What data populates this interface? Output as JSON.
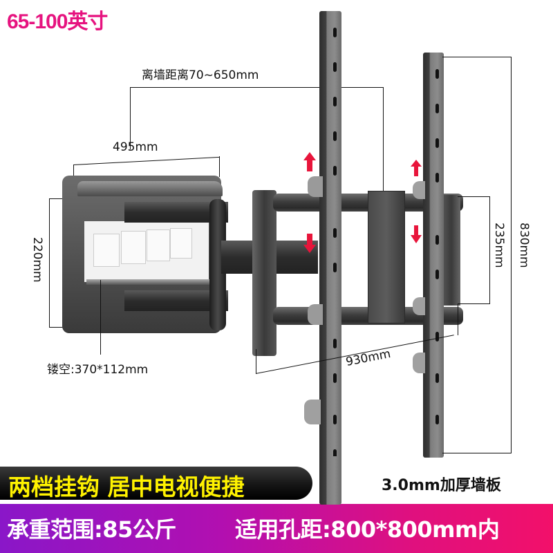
{
  "title": "65-100英寸",
  "dimensions": {
    "wall_distance": "离墙距离70~650mm",
    "wall_plate_width": "495mm",
    "wall_plate_height": "220mm",
    "cutout": "镂空:370*112mm",
    "bracket_width": "930mm",
    "inner_height": "235mm",
    "rail_height": "830mm"
  },
  "features": {
    "banner_left": "两档挂钩 居中电视便捷",
    "thick_plate": "3.0mm加厚墙板"
  },
  "specs": {
    "load": "承重范围:85公斤",
    "vesa": "适用孔距:800*800mm内"
  },
  "colors": {
    "title": "#e6137f",
    "banner_text": "#fff200",
    "arrow": "#e8153b",
    "gradient_start": "#8a17c8",
    "gradient_end": "#f2106a"
  }
}
